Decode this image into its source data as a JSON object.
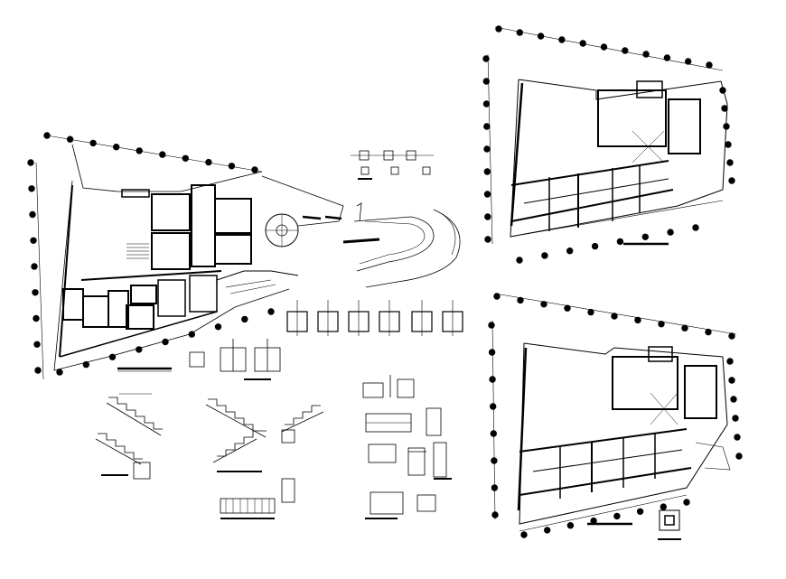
{
  "colors": {
    "background": "#ffffff",
    "line": "#000000",
    "grid_bubble_fill": "#000000"
  },
  "drawing": {
    "sheet_type": "structural-cad-plan-sheet",
    "panels": [
      "foundation-plan-left",
      "column-sections",
      "stair-sections",
      "footing-details",
      "floor-plan-top-right",
      "floor-plan-bottom-right",
      "column-detail-small"
    ]
  }
}
